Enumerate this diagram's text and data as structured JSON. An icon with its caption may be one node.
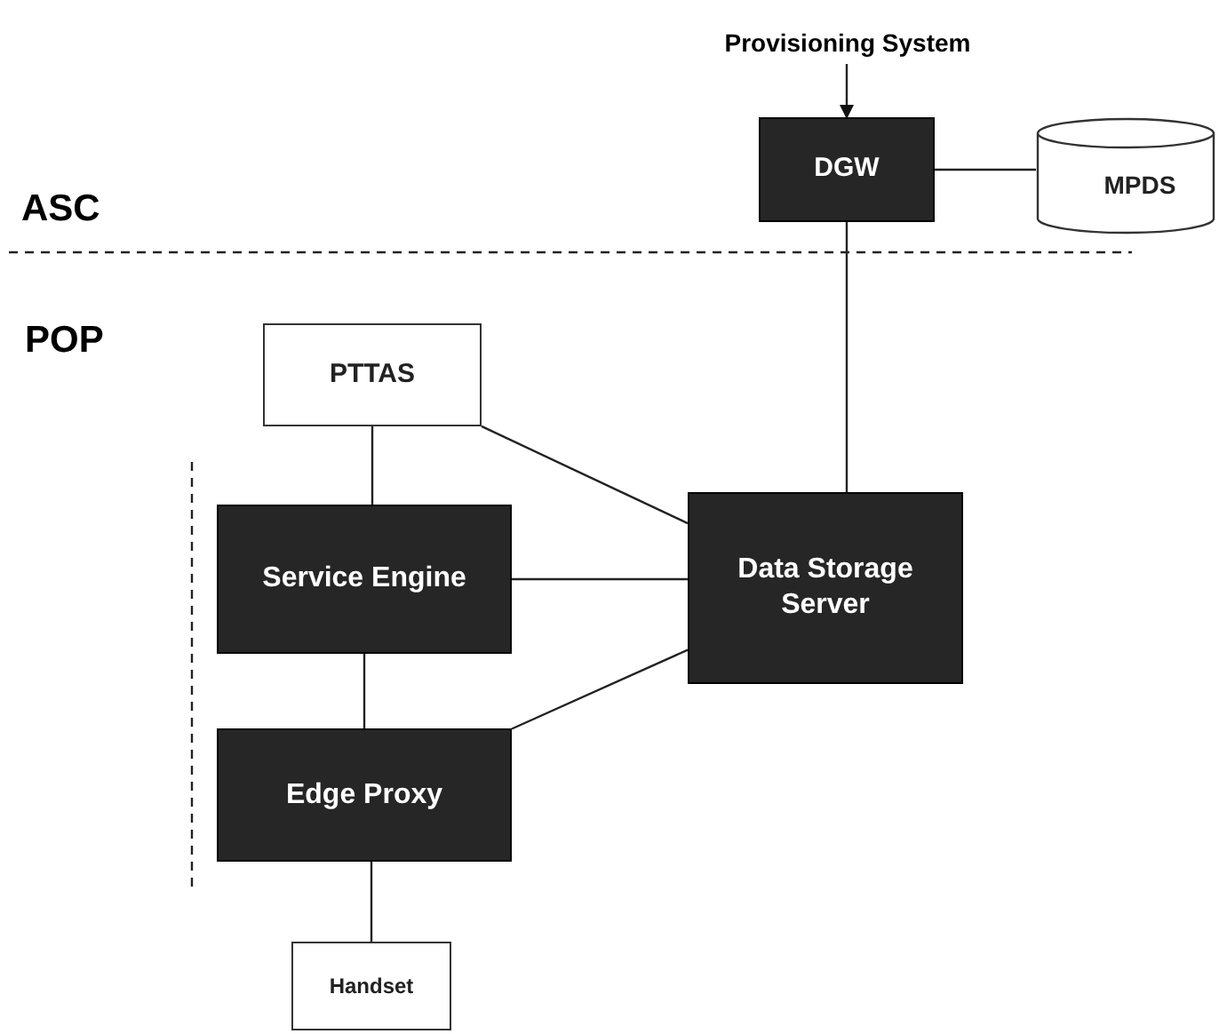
{
  "diagram": {
    "nodes": [
      {
        "text": [
          "Provisioning System"
        ]
      },
      {
        "text": [
          "DGW"
        ]
      },
      {
        "text": [
          "MPDS"
        ]
      },
      {
        "text": [
          "PTTAS"
        ]
      },
      {
        "text": [
          "Service Engine"
        ]
      },
      {
        "text": [
          "Data Storage Server"
        ]
      },
      {
        "text": [
          "Edge Proxy"
        ]
      },
      {
        "text": [
          "Handset"
        ]
      }
    ],
    "edges": [
      {
        "from": 0,
        "to": 1,
        "arrow": "to"
      },
      {
        "from": 1,
        "to": 2,
        "arrow": "none"
      },
      {
        "from": 1,
        "to": 5,
        "arrow": "none"
      },
      {
        "from": 3,
        "to": 5,
        "arrow": "none"
      },
      {
        "from": 3,
        "to": 4,
        "arrow": "none"
      },
      {
        "from": 4,
        "to": 5,
        "arrow": "none"
      },
      {
        "from": 4,
        "to": 6,
        "arrow": "none"
      },
      {
        "from": 6,
        "to": 5,
        "arrow": "none"
      },
      {
        "from": 6,
        "to": 7,
        "arrow": "none"
      }
    ],
    "labels": [
      "ASC",
      "POP"
    ]
  }
}
